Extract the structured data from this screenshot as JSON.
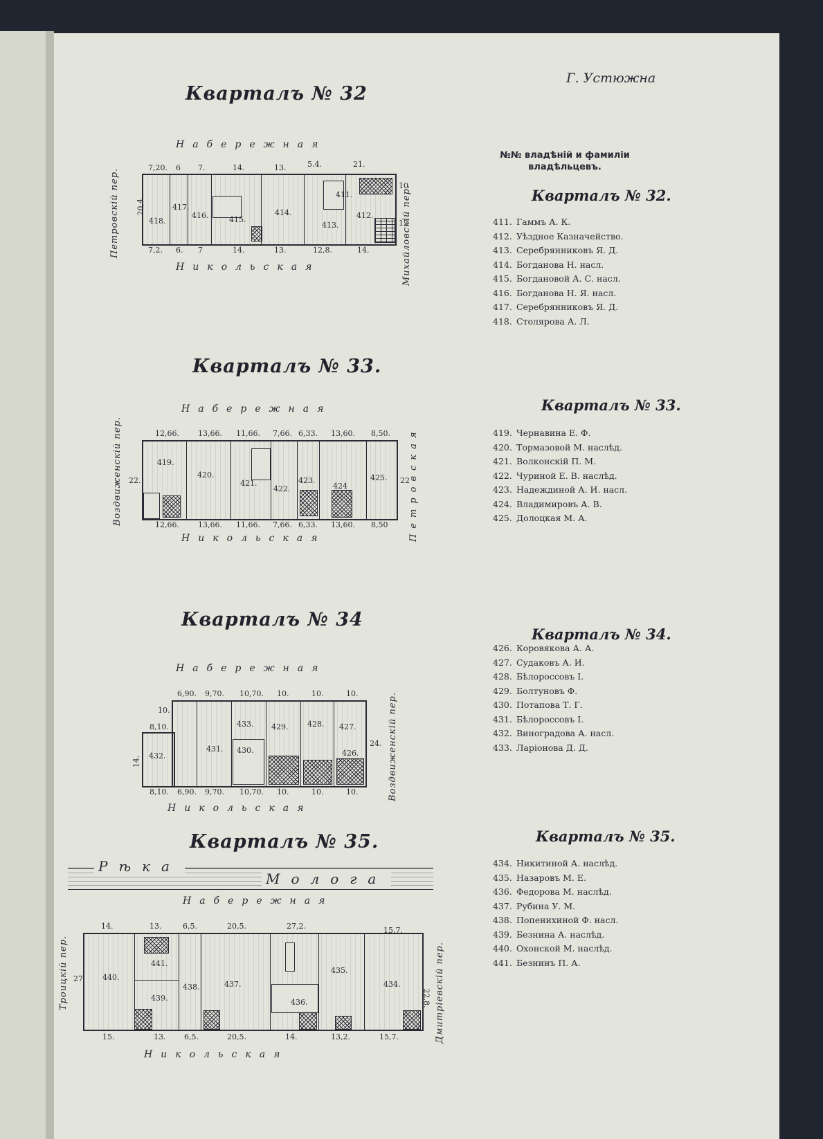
{
  "header": {
    "city": "Г. Устюжна"
  },
  "list_header": {
    "line1": "№№ владѣнiй и фамилiи",
    "line2": "владѣльцевъ."
  },
  "q32": {
    "title": "Кварталъ № 32",
    "list_title": "Кварталъ № 32.",
    "streets": {
      "top": "Набережная",
      "bottom": "Никольская",
      "left": "Петровскiй пер.",
      "right": "Михайловскiй пер."
    },
    "dims_top": [
      "7,20.",
      "6",
      "7.",
      "14.",
      "13.",
      "5.4.",
      "21."
    ],
    "dims_bottom": [
      "7,2.",
      "6.",
      "7",
      "14.",
      "13.",
      "12,8.",
      "14."
    ],
    "dims_side": [
      "20,4.",
      "10",
      "12"
    ],
    "lots": [
      "418.",
      "417.",
      "416.",
      "415.",
      "414.",
      "411.",
      "413.",
      "412."
    ],
    "entries": [
      {
        "no": "411.",
        "name": "Гаммъ А. К."
      },
      {
        "no": "412.",
        "name": "Уѣздное Казначейство."
      },
      {
        "no": "413.",
        "name": "Серебрянниковъ Я. Д."
      },
      {
        "no": "414.",
        "name": "Богданова Н. насл."
      },
      {
        "no": "415.",
        "name": "Богдановой А. С. насл."
      },
      {
        "no": "416.",
        "name": "Богданова Н. Я. насл."
      },
      {
        "no": "417.",
        "name": "Серебрянниковъ Я. Д."
      },
      {
        "no": "418.",
        "name": "Столярова А. Л."
      }
    ]
  },
  "q33": {
    "title": "Кварталъ № 33.",
    "list_title": "Кварталъ № 33.",
    "streets": {
      "top": "Набережная",
      "bottom": "Никольская",
      "left": "Воздвиженскiй пер.",
      "right": "Петровская"
    },
    "dims_top": [
      "12,66.",
      "13,66.",
      "11,66.",
      "7,66.",
      "6,33.",
      "13,60.",
      "8,50."
    ],
    "dims_bottom": [
      "12,66.",
      "13,66.",
      "11,66.",
      "7,66.",
      "6,33.",
      "13,60.",
      "8,50"
    ],
    "dims_side": [
      "22.",
      "22"
    ],
    "lots": [
      "419.",
      "420.",
      "421.",
      "422.",
      "423.",
      "424",
      "425."
    ],
    "entries": [
      {
        "no": "419.",
        "name": "Чернавина Е. Ф."
      },
      {
        "no": "420.",
        "name": "Тормазовой М. наслѣд."
      },
      {
        "no": "421.",
        "name": "Волконскiй П. М."
      },
      {
        "no": "422.",
        "name": "Чуриной Е. В. наслѣд."
      },
      {
        "no": "423.",
        "name": "Надеждиной А. И. насл."
      },
      {
        "no": "424.",
        "name": "Владимировъ А. В."
      },
      {
        "no": "425.",
        "name": "Долоцкая М. А."
      }
    ]
  },
  "q34": {
    "title": "Кварталъ № 34",
    "list_title": "Кварталъ № 34.",
    "streets": {
      "top": "Набережная",
      "bottom": "Никольская",
      "right": "Воздвиженскiй пер."
    },
    "dims_top": [
      "6,90.",
      "9,70.",
      "10,70.",
      "10.",
      "10.",
      "10."
    ],
    "dims_bottom": [
      "8,10.",
      "6,90.",
      "9,70.",
      "10,70.",
      "10.",
      "10.",
      "10."
    ],
    "dims_side": [
      "10.",
      "8,10.",
      "14.",
      "24."
    ],
    "lots": [
      "432.",
      "431.",
      "433.",
      "430.",
      "429.",
      "428.",
      "427.",
      "426."
    ],
    "entries": [
      {
        "no": "426.",
        "name": "Коровякова А. А."
      },
      {
        "no": "427.",
        "name": "Судаковъ А. И."
      },
      {
        "no": "428.",
        "name": "Бѣлороссовъ I."
      },
      {
        "no": "429.",
        "name": "Болтуновъ Ф."
      },
      {
        "no": "430.",
        "name": "Потапова Т. Г."
      },
      {
        "no": "431.",
        "name": "Бѣлороссовъ I."
      },
      {
        "no": "432.",
        "name": "Виноградова А. насл."
      },
      {
        "no": "433.",
        "name": "Ларiонова Д. Д."
      }
    ]
  },
  "q35": {
    "title": "Кварталъ № 35.",
    "list_title": "Кварталъ № 35.",
    "river": {
      "word1": "Рѣка",
      "word2": "Молога"
    },
    "streets": {
      "top": "Набережная",
      "bottom": "Никольская",
      "left": "Троицкiй пер.",
      "right": "Дмитрiевскiй пер."
    },
    "dims_top": [
      "14.",
      "13.",
      "6,5.",
      "20,5.",
      "27,2.",
      "15,7."
    ],
    "dims_bottom": [
      "15.",
      "13.",
      "6,5.",
      "20,5.",
      "14.",
      "13,2.",
      "15,7."
    ],
    "dims_side": [
      "27",
      "22,8."
    ],
    "lots": [
      "440.",
      "441.",
      "439.",
      "438.",
      "437.",
      "436.",
      "435.",
      "434."
    ],
    "entries": [
      {
        "no": "434.",
        "name": "Никитиной А. наслѣд."
      },
      {
        "no": "435.",
        "name": "Назаровъ М. Е."
      },
      {
        "no": "436.",
        "name": "Федорова М. наслѣд."
      },
      {
        "no": "437.",
        "name": "Рубина У. М."
      },
      {
        "no": "438.",
        "name": "Попенихиной Ф. насл."
      },
      {
        "no": "439.",
        "name": "Безнина А. наслѣд."
      },
      {
        "no": "440.",
        "name": "Охонской М. наслѣд."
      },
      {
        "no": "441.",
        "name": "Безнинъ П. А."
      }
    ]
  }
}
